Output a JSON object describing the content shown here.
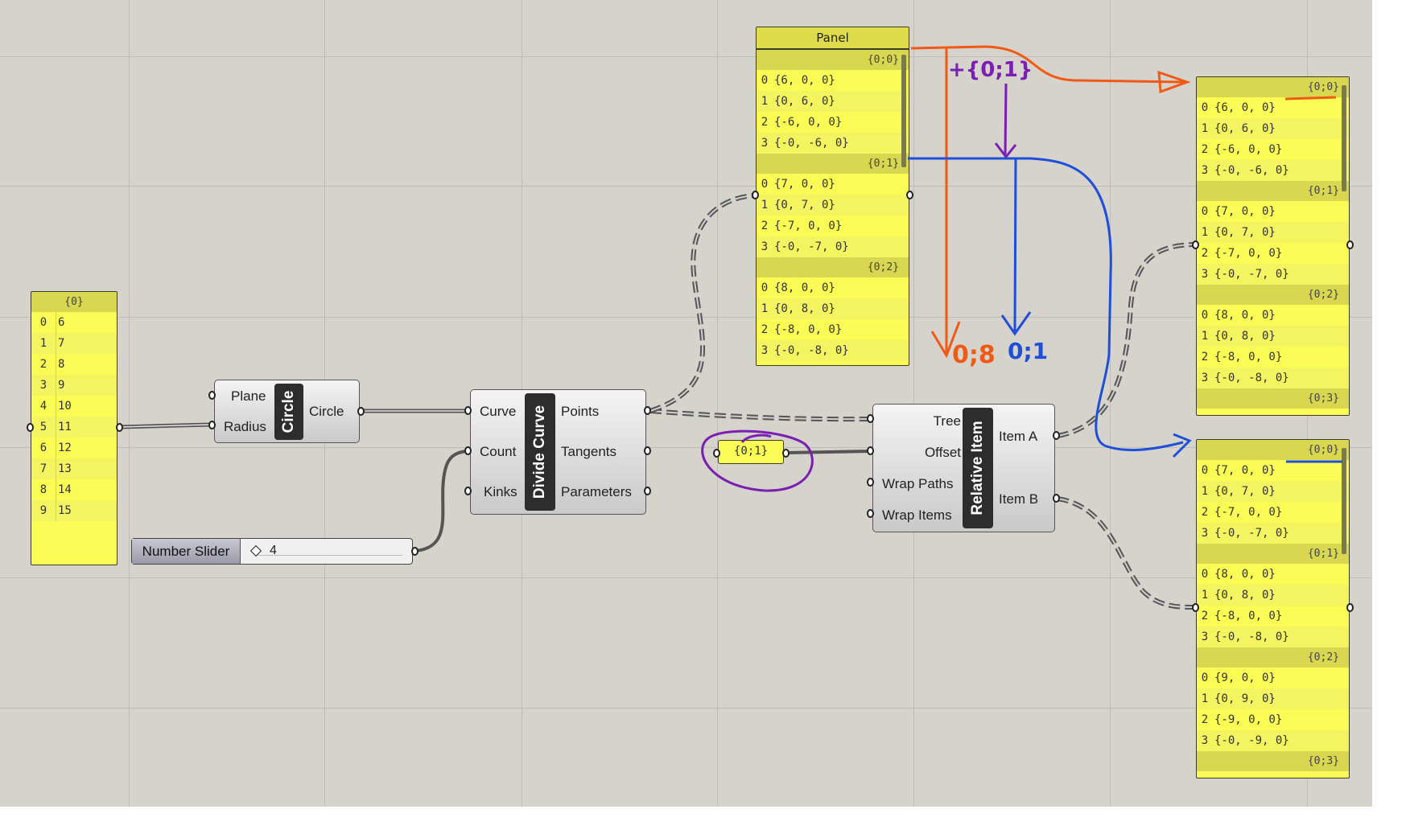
{
  "list_panel": {
    "branch": "{0}",
    "items": [
      {
        "i": "0",
        "v": "6"
      },
      {
        "i": "1",
        "v": "7"
      },
      {
        "i": "2",
        "v": "8"
      },
      {
        "i": "3",
        "v": "9"
      },
      {
        "i": "4",
        "v": "10"
      },
      {
        "i": "5",
        "v": "11"
      },
      {
        "i": "6",
        "v": "12"
      },
      {
        "i": "7",
        "v": "13"
      },
      {
        "i": "8",
        "v": "14"
      },
      {
        "i": "9",
        "v": "15"
      }
    ]
  },
  "circle": {
    "name": "Circle",
    "inputs": [
      "Plane",
      "Radius"
    ],
    "output": "Circle"
  },
  "divide": {
    "name": "Divide Curve",
    "inputs": [
      "Curve",
      "Count",
      "Kinks"
    ],
    "outputs": [
      "Points",
      "Tangents",
      "Parameters"
    ]
  },
  "slider": {
    "label": "Number Slider",
    "value": "4"
  },
  "param": {
    "value": "{0;1}"
  },
  "relative": {
    "name": "Relative Item",
    "inputs": [
      "Tree",
      "Offset",
      "Wrap Paths",
      "Wrap Items"
    ],
    "outputs": [
      "Item A",
      "Item B"
    ]
  },
  "points_panel": {
    "title": "Panel",
    "rows": [
      {
        "b": "{0;0}"
      },
      {
        "i": "0",
        "v": "{6, 0, 0}"
      },
      {
        "i": "1",
        "v": "{0, 6, 0}"
      },
      {
        "i": "2",
        "v": "{-6, 0, 0}"
      },
      {
        "i": "3",
        "v": "{-0, -6, 0}"
      },
      {
        "b": "{0;1}"
      },
      {
        "i": "0",
        "v": "{7, 0, 0}"
      },
      {
        "i": "1",
        "v": "{0, 7, 0}"
      },
      {
        "i": "2",
        "v": "{-7, 0, 0}"
      },
      {
        "i": "3",
        "v": "{-0, -7, 0}"
      },
      {
        "b": "{0;2}"
      },
      {
        "i": "0",
        "v": "{8, 0, 0}"
      },
      {
        "i": "1",
        "v": "{0, 8, 0}"
      },
      {
        "i": "2",
        "v": "{-8, 0, 0}"
      },
      {
        "i": "3",
        "v": "{-0, -8, 0}"
      }
    ]
  },
  "item_a_panel": {
    "rows": [
      {
        "b": "{0;0}"
      },
      {
        "i": "0",
        "v": "{6, 0, 0}"
      },
      {
        "i": "1",
        "v": "{0, 6, 0}"
      },
      {
        "i": "2",
        "v": "{-6, 0, 0}"
      },
      {
        "i": "3",
        "v": "{-0, -6, 0}"
      },
      {
        "b": "{0;1}"
      },
      {
        "i": "0",
        "v": "{7, 0, 0}"
      },
      {
        "i": "1",
        "v": "{0, 7, 0}"
      },
      {
        "i": "2",
        "v": "{-7, 0, 0}"
      },
      {
        "i": "3",
        "v": "{-0, -7, 0}"
      },
      {
        "b": "{0;2}"
      },
      {
        "i": "0",
        "v": "{8, 0, 0}"
      },
      {
        "i": "1",
        "v": "{0, 8, 0}"
      },
      {
        "i": "2",
        "v": "{-8, 0, 0}"
      },
      {
        "i": "3",
        "v": "{-0, -8, 0}"
      },
      {
        "b": "{0;3}"
      }
    ]
  },
  "item_b_panel": {
    "rows": [
      {
        "b": "{0;0}"
      },
      {
        "i": "0",
        "v": "{7, 0, 0}"
      },
      {
        "i": "1",
        "v": "{0, 7, 0}"
      },
      {
        "i": "2",
        "v": "{-7, 0, 0}"
      },
      {
        "i": "3",
        "v": "{-0, -7, 0}"
      },
      {
        "b": "{0;1}"
      },
      {
        "i": "0",
        "v": "{8, 0, 0}"
      },
      {
        "i": "1",
        "v": "{0, 8, 0}"
      },
      {
        "i": "2",
        "v": "{-8, 0, 0}"
      },
      {
        "i": "3",
        "v": "{-0, -8, 0}"
      },
      {
        "b": "{0;2}"
      },
      {
        "i": "0",
        "v": "{9, 0, 0}"
      },
      {
        "i": "1",
        "v": "{0, 9, 0}"
      },
      {
        "i": "2",
        "v": "{-9, 0, 0}"
      },
      {
        "i": "3",
        "v": "{-0, -9, 0}"
      },
      {
        "b": "{0;3}"
      }
    ]
  },
  "annotations": {
    "offset": "+{0;1}",
    "orange": "0;8",
    "blue": "0;1"
  },
  "colors": {
    "canvas": "#d6d3cd",
    "panel": "#fbfb55",
    "orange": "#f05a14",
    "blue": "#1f4fd8",
    "purple": "#7a1fb0"
  }
}
